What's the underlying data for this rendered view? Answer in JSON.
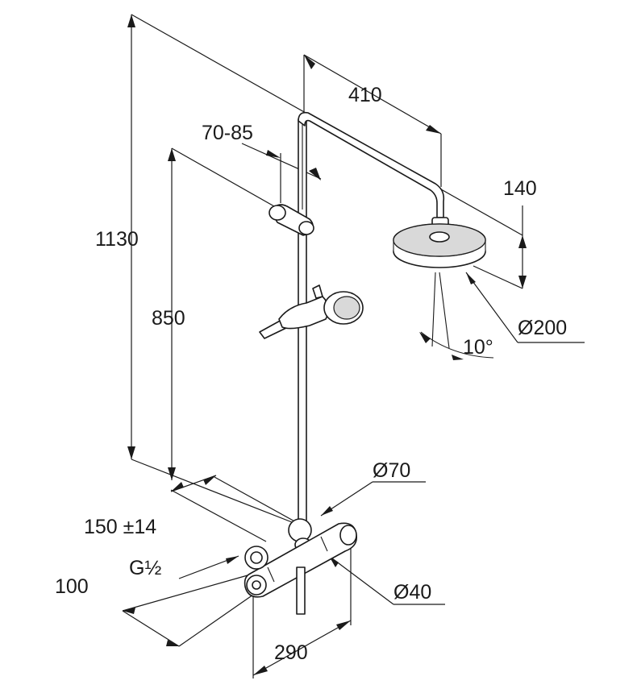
{
  "drawing": {
    "dims": {
      "d410": "410",
      "d70_85": "70-85",
      "d140": "140",
      "d1130": "1130",
      "d850": "850",
      "d200": "Ø200",
      "angle": "10°",
      "d70": "Ø70",
      "d150": "150 ±14",
      "g": "G½",
      "d100": "100",
      "d40": "Ø40",
      "d290": "290"
    }
  }
}
